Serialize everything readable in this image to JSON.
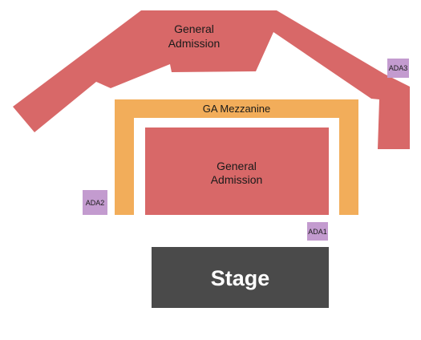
{
  "sections": {
    "upper_ga": {
      "line1": "General",
      "line2": "Admission"
    },
    "mezzanine": {
      "label": "GA Mezzanine"
    },
    "floor_ga": {
      "line1": "General",
      "line2": "Admission"
    },
    "ada1": {
      "label": "ADA1"
    },
    "ada2": {
      "label": "ADA2"
    },
    "ada3": {
      "label": "ADA3"
    },
    "stage": {
      "label": "Stage"
    }
  },
  "colors": {
    "general_admission": "#d86868",
    "mezzanine": "#f2ad5a",
    "ada": "#c39bcf",
    "stage": "#4a4a4a"
  }
}
